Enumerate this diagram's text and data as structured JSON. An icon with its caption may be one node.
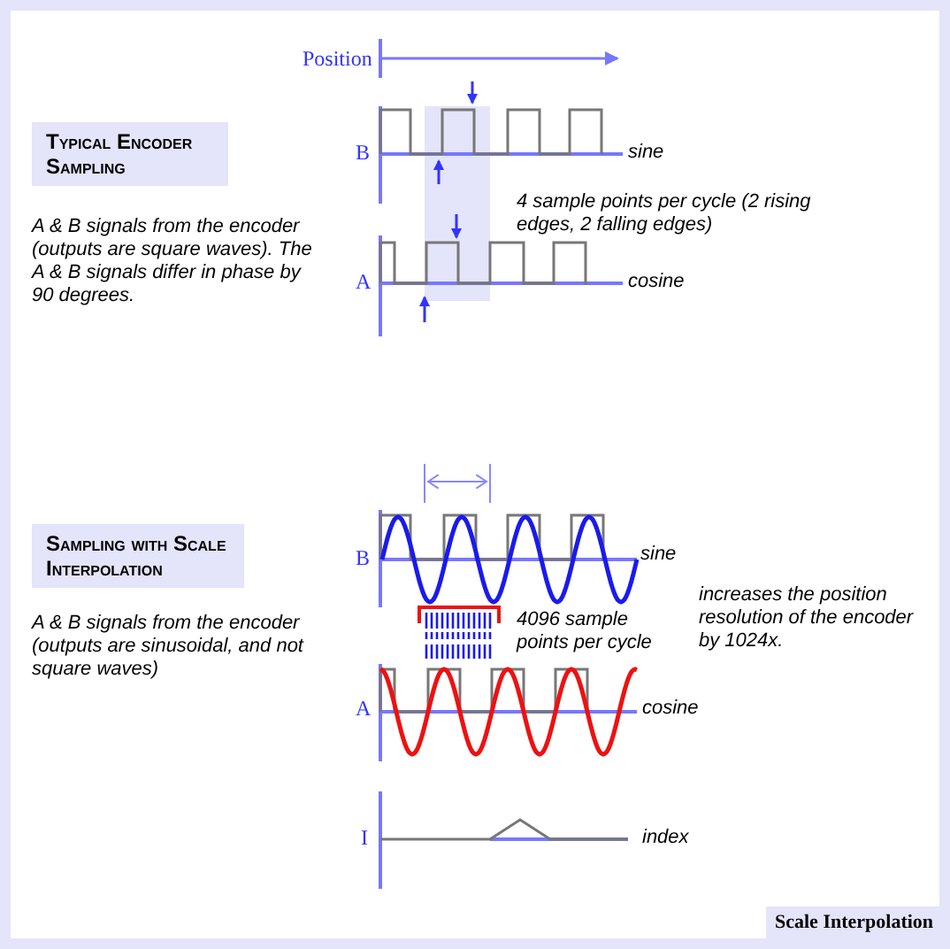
{
  "diagram": {
    "nodes": [
      {
        "text": [
          "Typical Encoder Sampling"
        ]
      },
      {
        "text": [
          "Sampling with Scale Interpolation"
        ]
      },
      {
        "text": [
          "Scale Interpolation"
        ]
      }
    ],
    "labels": [
      "Position",
      "B",
      "sine",
      "A & B signals from the encoder (outputs are square waves). The A & B signals differ in phase by 90 degrees.",
      "4 sample points per cycle (2 rising edges, 2 falling edges)",
      "A",
      "cosine",
      "B",
      "sine",
      "A & B signals from the encoder (outputs are sinusoidal, and not square waves)",
      "increases the position resolution of the encoder by 1024x.",
      "4096 sample points per cycle",
      "A",
      "cosine",
      "I",
      "index"
    ]
  }
}
